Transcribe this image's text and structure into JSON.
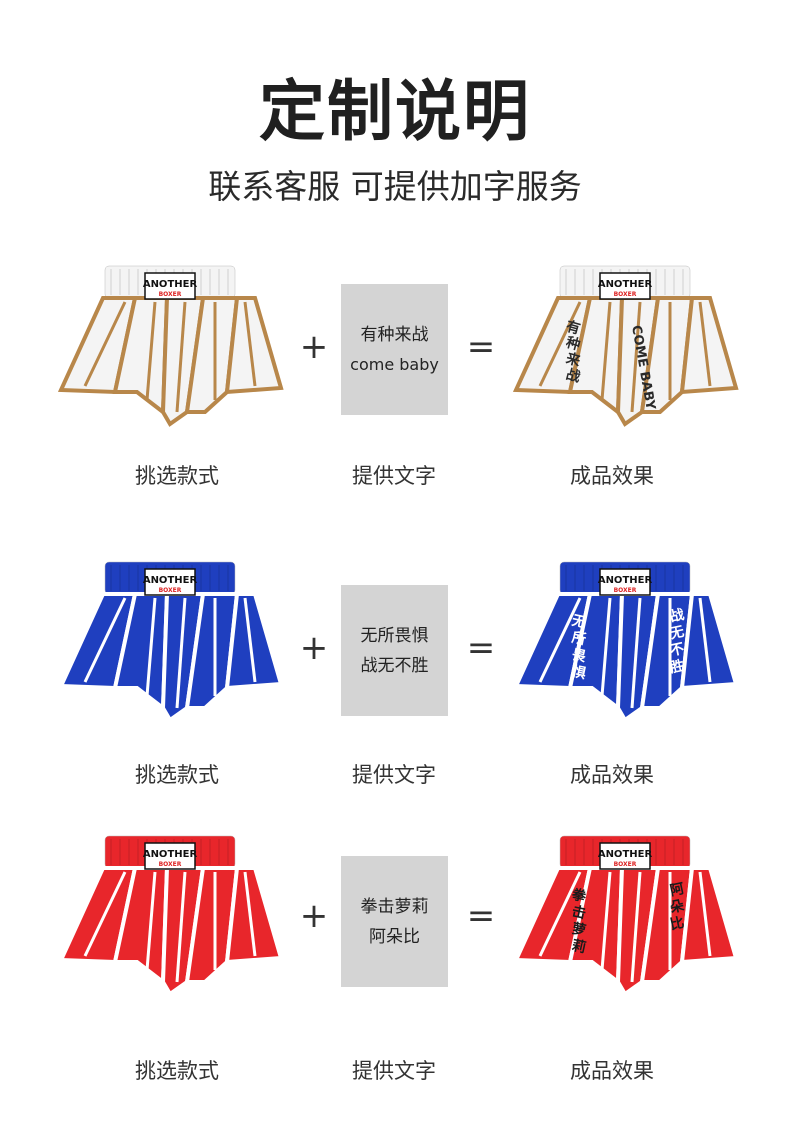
{
  "header": {
    "title": "定制说明",
    "subtitle": "联系客服 可提供加字服务"
  },
  "operators": {
    "plus": "+",
    "equals": "="
  },
  "brand": {
    "line1": "ANOTHER",
    "line2": "BOXER"
  },
  "rows": [
    {
      "color_name": "white",
      "body_color": "#f4f4f4",
      "trim_color": "#b8874a",
      "text_color": "#2a2a2a",
      "text_lines": [
        "有种来战",
        "come baby"
      ],
      "result_left": "有种来战",
      "result_right": "COME BABY",
      "captions": [
        "挑选款式",
        "提供文字",
        "成品效果"
      ]
    },
    {
      "color_name": "blue",
      "body_color": "#1f3fbf",
      "trim_color": "#ffffff",
      "text_color": "#ffffff",
      "text_lines": [
        "无所畏惧",
        "战无不胜"
      ],
      "result_left": "无所畏惧",
      "result_right": "战无不胜",
      "captions": [
        "挑选款式",
        "提供文字",
        "成品效果"
      ]
    },
    {
      "color_name": "red",
      "body_color": "#e8262b",
      "trim_color": "#ffffff",
      "text_color": "#1a1a1a",
      "text_lines": [
        "拳击萝莉",
        "阿朵比"
      ],
      "result_left": "拳击萝莉",
      "result_right": "阿朵比",
      "captions": [
        "挑选款式",
        "提供文字",
        "成品效果"
      ]
    }
  ]
}
